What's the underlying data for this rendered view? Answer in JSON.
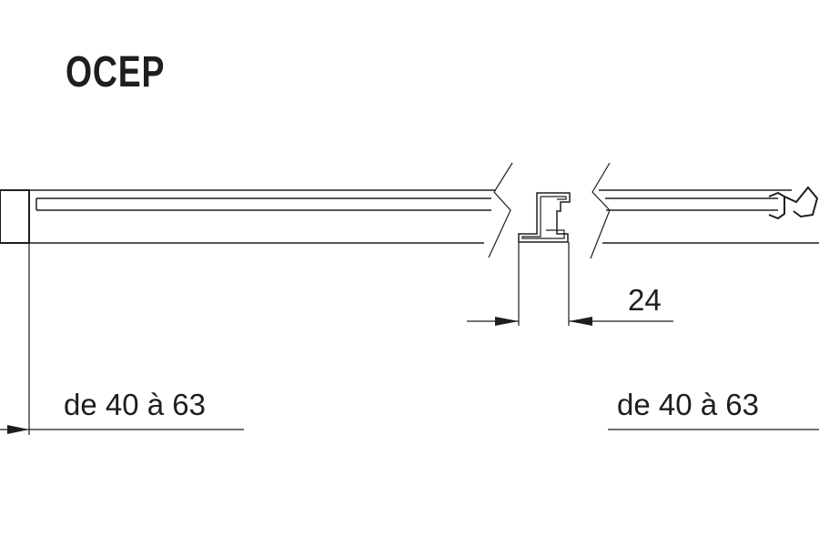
{
  "title": "OCEP",
  "dimensions": {
    "left_width": "de 40 à 63",
    "right_width": "de 40 à 63",
    "gap": "24"
  }
}
